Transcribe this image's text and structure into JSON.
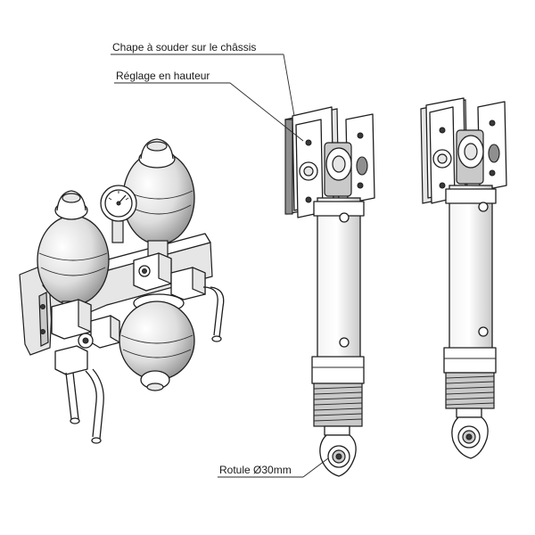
{
  "labels": {
    "chape": "Chape à souder sur le châssis",
    "reglage": "Réglage en hauteur",
    "rotule": "Rotule Ø30mm"
  },
  "colors": {
    "line": "#1e1e1e",
    "shade_light": "#e6e6e6",
    "shade_mid": "#c9c9c9",
    "shade_dark": "#8f8f8f"
  }
}
